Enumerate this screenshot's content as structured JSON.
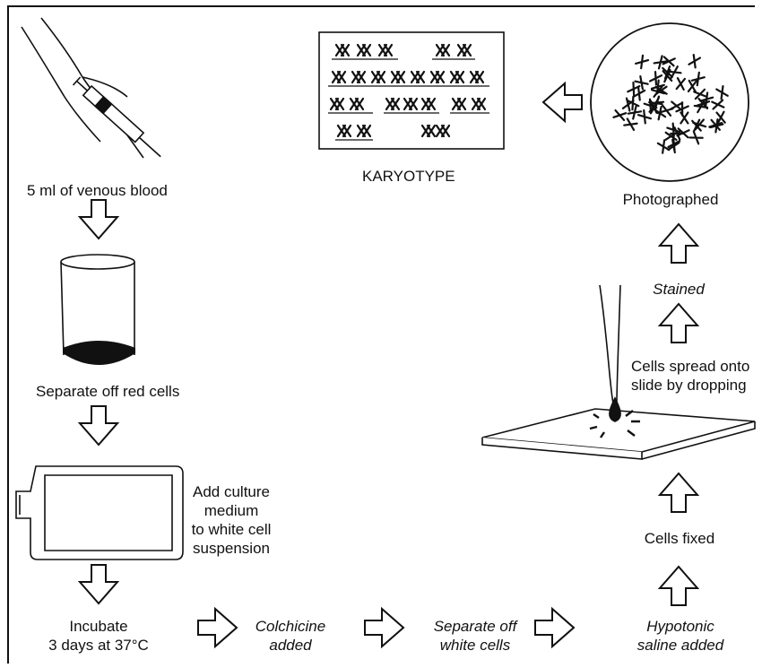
{
  "labels": {
    "venous_blood": "5 ml of venous blood",
    "separate_red": "Separate off red cells",
    "culture_1": "Add culture",
    "culture_2": "medium",
    "culture_3": "to white cell",
    "culture_4": "suspension",
    "incubate_1": "Incubate",
    "incubate_2": "3 days at 37°C",
    "colchicine_1": "Colchicine",
    "colchicine_2": "added",
    "separate_white_1": "Separate off",
    "separate_white_2": "white cells",
    "hypotonic_1": "Hypotonic",
    "hypotonic_2": "saline added",
    "fixed": "Cells fixed",
    "spread_1": "Cells spread onto",
    "spread_2": "slide by dropping",
    "stained": "Stained",
    "photographed": "Photographed",
    "karyotype": "KARYOTYPE"
  },
  "icons": [
    "syringe-icon",
    "blood-tube-icon",
    "culture-flask-icon",
    "microscope-slide-icon",
    "pipette-drop-icon",
    "metaphase-spread-icon",
    "karyotype-chart-icon",
    "arrow-icon"
  ]
}
